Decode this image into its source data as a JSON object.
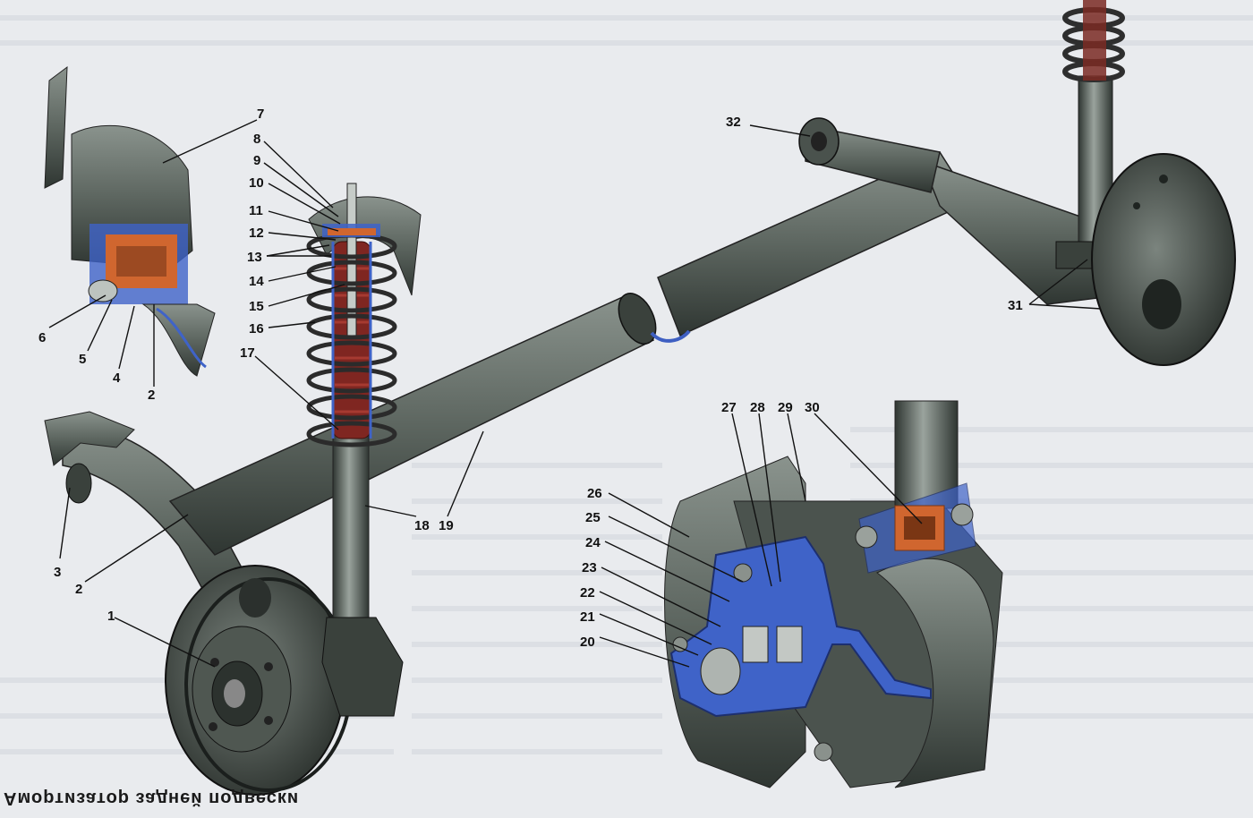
{
  "diagram": {
    "caption": "Амортизатор задней подвески",
    "part_numbers": [
      "1",
      "2",
      "3",
      "4",
      "5",
      "6",
      "7",
      "8",
      "9",
      "10",
      "11",
      "12",
      "13",
      "14",
      "15",
      "16",
      "17",
      "18",
      "19",
      "20",
      "21",
      "22",
      "23",
      "24",
      "25",
      "26",
      "27",
      "28",
      "29",
      "30",
      "31",
      "32"
    ],
    "labels": {
      "n1": "1",
      "n2a": "2",
      "n2b": "2",
      "n3": "3",
      "n4": "4",
      "n5": "5",
      "n6": "6",
      "n7": "7",
      "n8": "8",
      "n9": "9",
      "n10": "10",
      "n11": "11",
      "n12": "12",
      "n13": "13",
      "n14": "14",
      "n15": "15",
      "n16": "16",
      "n17": "17",
      "n18": "18",
      "n19": "19",
      "n20": "20",
      "n21": "21",
      "n22": "22",
      "n23": "23",
      "n24": "24",
      "n25": "25",
      "n26": "26",
      "n27": "27",
      "n28": "28",
      "n29": "29",
      "n30": "30",
      "n31": "31",
      "n32": "32"
    },
    "colors": {
      "background": "#e9ebee",
      "metal": "#5d6660",
      "metal_dark": "#2f3632",
      "section_blue": "#3f63c8",
      "rubber_orange": "#d0662f",
      "rubber_red": "#8a2a24"
    }
  }
}
